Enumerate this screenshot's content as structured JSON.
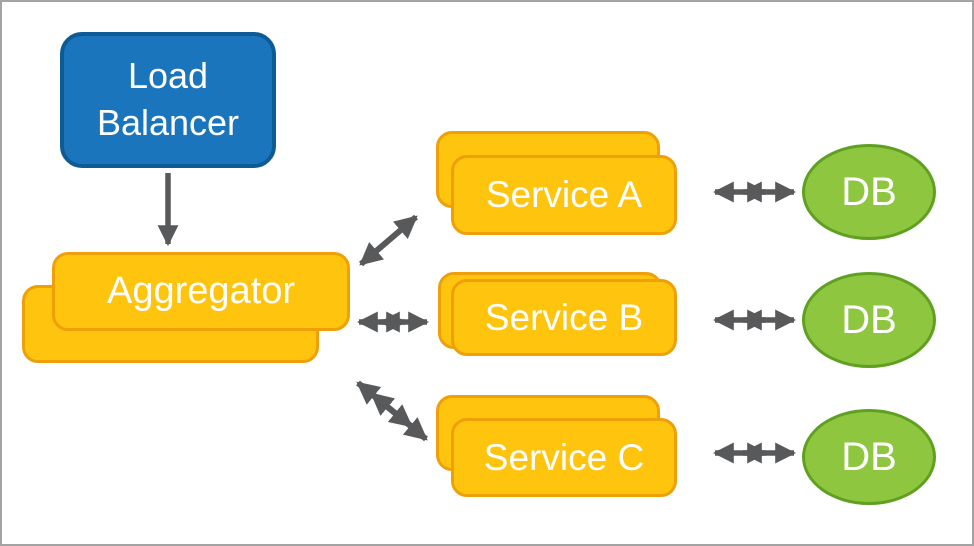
{
  "colors": {
    "background": "#FFFFFF",
    "frame_border": "#A3A3A3",
    "node_blue_fill": "#1B75BC",
    "node_blue_border": "#0E5A94",
    "node_orange_fill": "#FFC40D",
    "node_orange_border": "#EFA009",
    "node_green_fill": "#8EC73F",
    "node_green_border": "#60A020",
    "arrow": "#58595B",
    "node_text": "#FFFFFF"
  },
  "nodes": {
    "load_balancer": {
      "label": "Load Balancer",
      "shape": "rounded-rectangle",
      "color": "blue"
    },
    "aggregator": {
      "label": "Aggregator",
      "shape": "stacked-rounded-rectangle",
      "color": "orange"
    },
    "services": [
      {
        "label": "Service A",
        "shape": "stacked-rounded-rectangle",
        "color": "orange"
      },
      {
        "label": "Service B",
        "shape": "stacked-rounded-rectangle",
        "color": "orange"
      },
      {
        "label": "Service C",
        "shape": "stacked-rounded-rectangle",
        "color": "orange"
      }
    ],
    "databases": [
      {
        "label": "DB",
        "shape": "ellipse",
        "color": "green"
      },
      {
        "label": "DB",
        "shape": "ellipse",
        "color": "green"
      },
      {
        "label": "DB",
        "shape": "ellipse",
        "color": "green"
      }
    ]
  },
  "connections": [
    {
      "from": "load-balancer",
      "to": "aggregator",
      "type": "one-way-down"
    },
    {
      "from": "aggregator",
      "to": "service-a",
      "type": "two-way"
    },
    {
      "from": "aggregator",
      "to": "service-b",
      "type": "two-way"
    },
    {
      "from": "aggregator",
      "to": "service-c",
      "type": "two-way"
    },
    {
      "from": "service-a",
      "to": "db-1",
      "type": "two-way"
    },
    {
      "from": "service-b",
      "to": "db-2",
      "type": "two-way"
    },
    {
      "from": "service-c",
      "to": "db-3",
      "type": "two-way"
    }
  ]
}
